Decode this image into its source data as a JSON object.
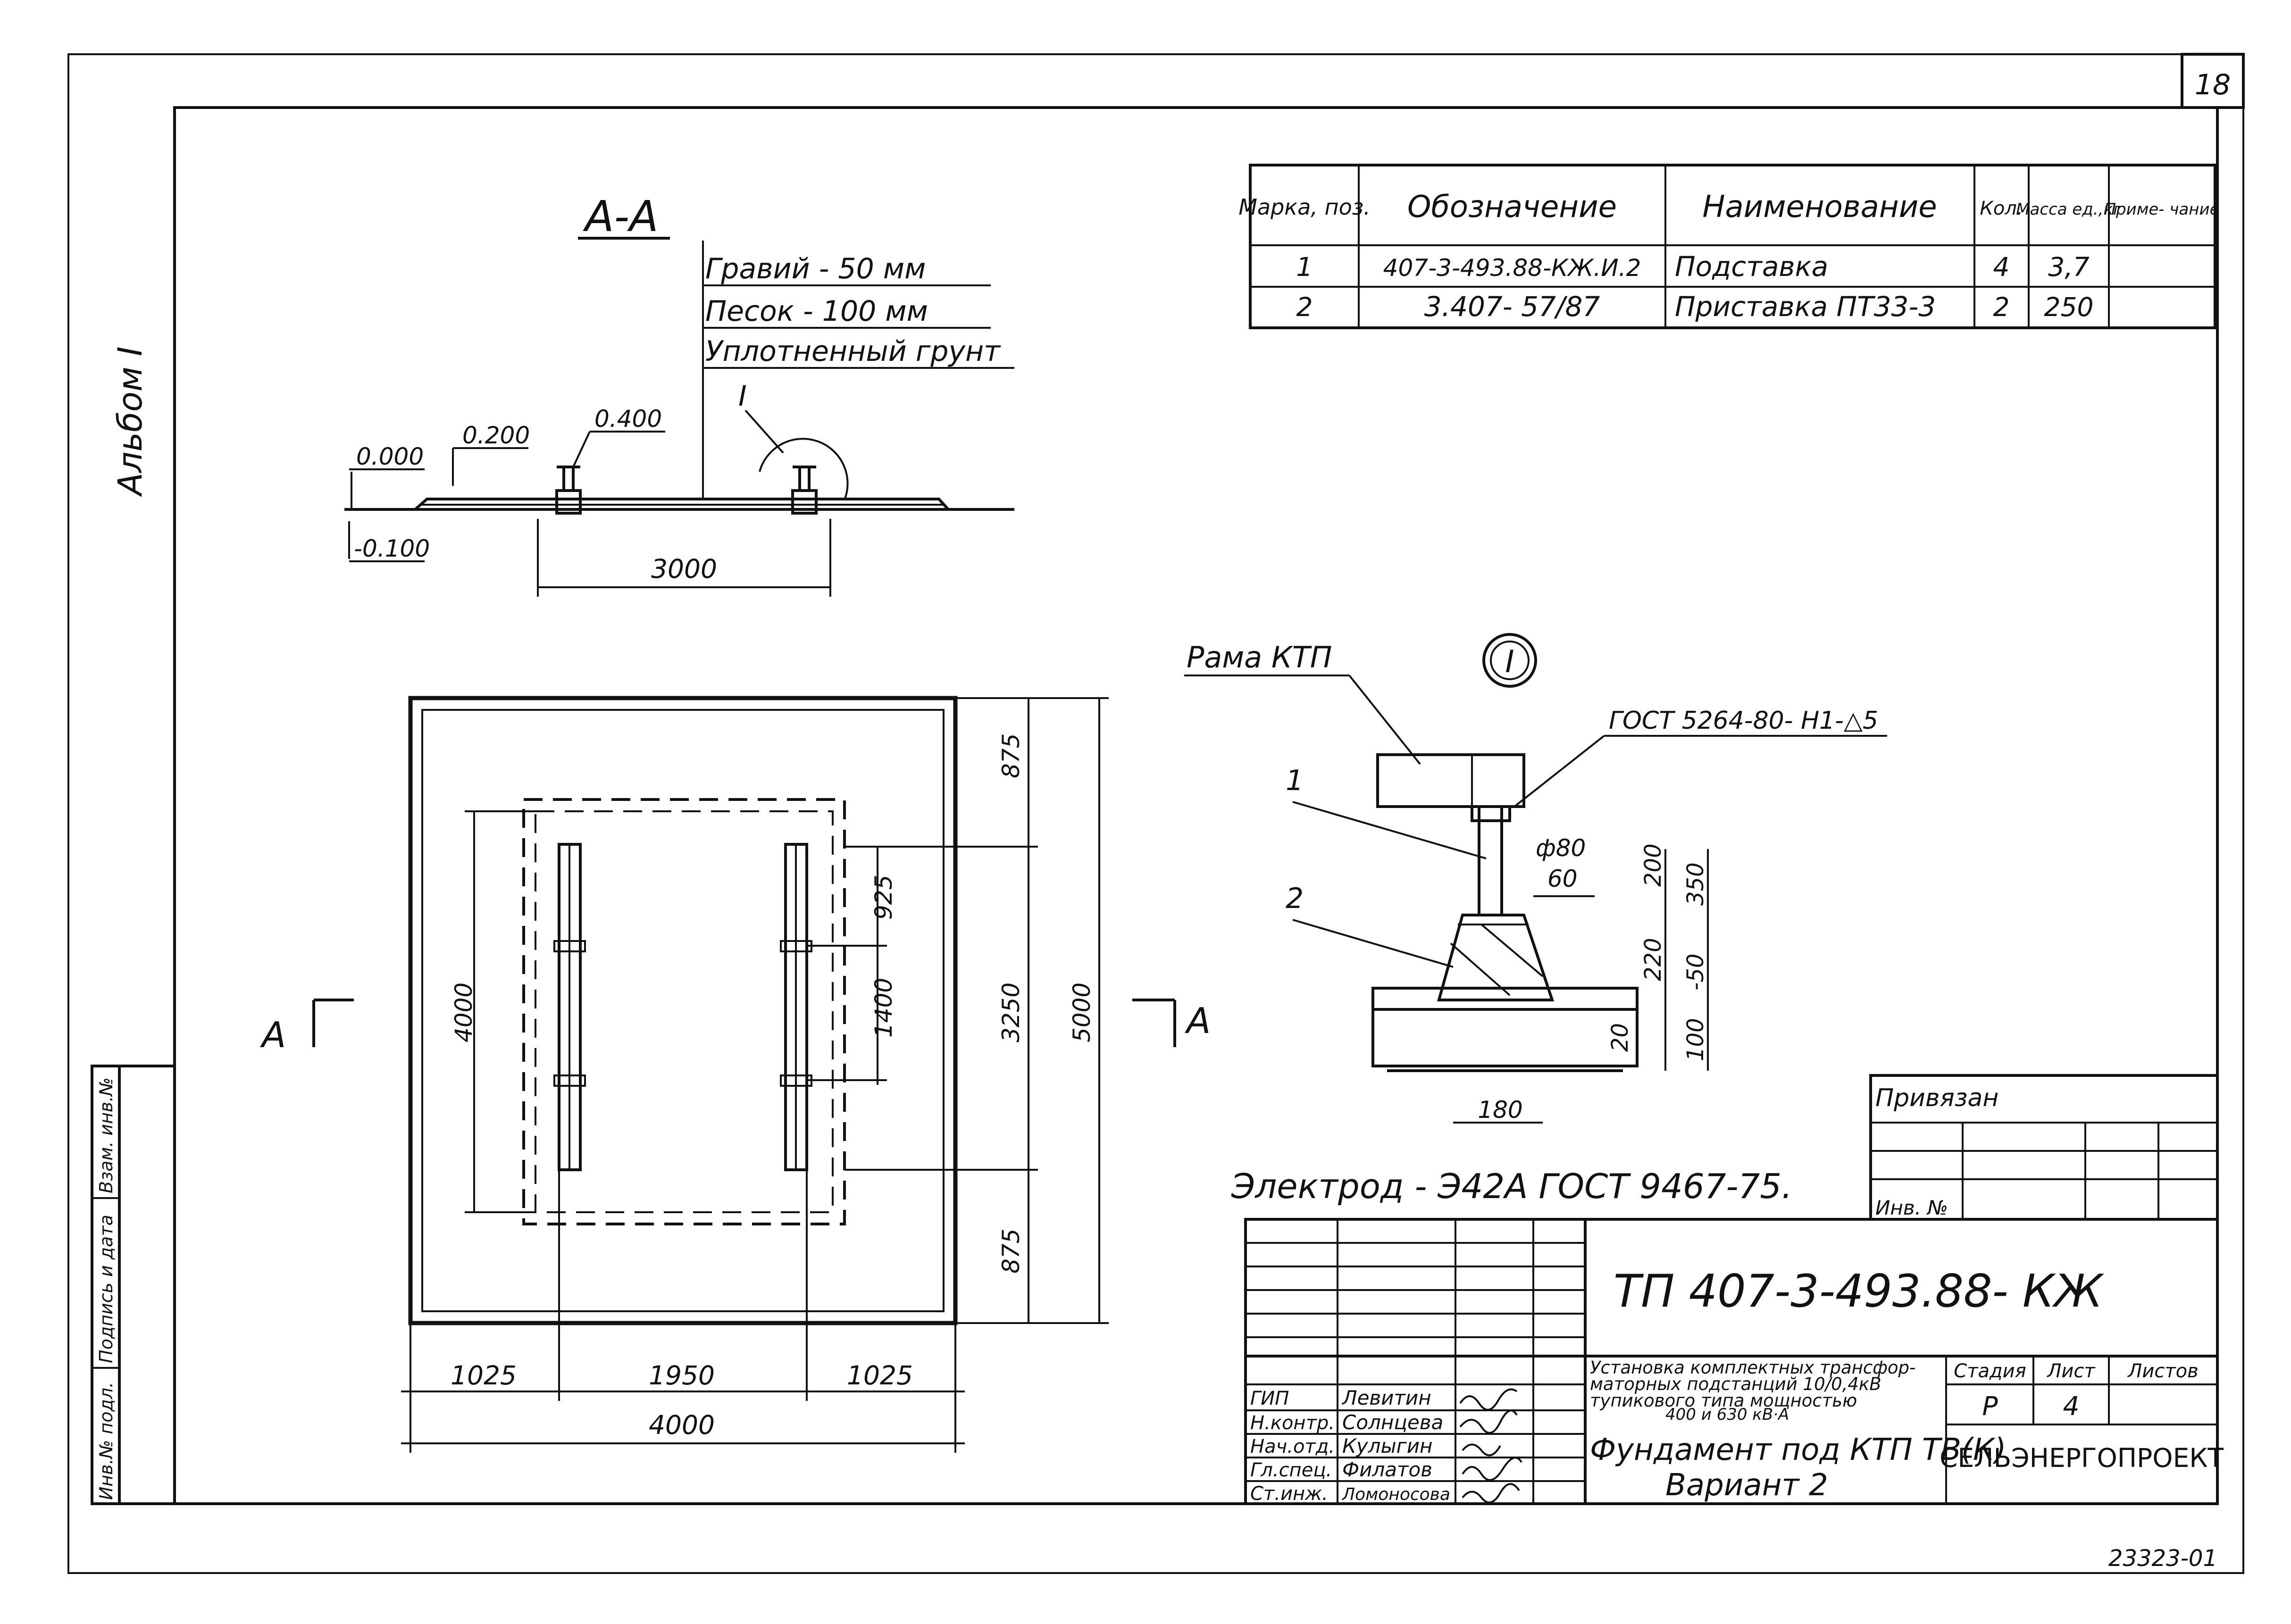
{
  "sheet_number": "18",
  "album": "Альбом I",
  "section_aa": {
    "title": "А-А",
    "layers": [
      "Гравий - 50 мм",
      "Песок - 100 мм",
      "Уплотненный грунт"
    ],
    "callout": "I",
    "levels": [
      "0.000",
      "0.200",
      "0.400",
      "-0.100"
    ],
    "dim_width": "3000"
  },
  "plan": {
    "section_mark_left": "А",
    "section_mark_right": "А",
    "dims_right": [
      "875",
      "3250",
      "875",
      "5000"
    ],
    "dims_inner": [
      "925",
      "1400"
    ],
    "dim_left": "4000",
    "dims_bottom": [
      "1025",
      "1950",
      "1025"
    ],
    "dim_total_bottom": "4000"
  },
  "detail": {
    "callout": "I",
    "frame_label": "Рама КТП",
    "weld_label": "ГОСТ 5264-80- Н1-△5",
    "pos1": "1",
    "pos2": "2",
    "dia": "ф80",
    "d60": "60",
    "d200": "200",
    "d350": "350",
    "d220": "220",
    "d50": "-50",
    "d20": "20",
    "d100": "100",
    "d180": "180"
  },
  "electrode_note": "Электрод - Э42А ГОСТ 9467-75.",
  "spec_table": {
    "headers": [
      "Марка, поз.",
      "Обозначение",
      "Наименование",
      "Кол.",
      "Масса ед.,кг",
      "Приме- чание"
    ],
    "rows": [
      [
        "1",
        "407-3-493.88-КЖ.И.2",
        "Подставка",
        "4",
        "3,7",
        ""
      ],
      [
        "2",
        "3.407- 57/87",
        "Приставка ПТ33-3",
        "2",
        "250",
        ""
      ]
    ]
  },
  "binding": {
    "title": "Привязан",
    "inv": "Инв. №"
  },
  "side_stamp": [
    "Инв.№ подл.",
    "Подпись и дата",
    "Взам. инв.№"
  ],
  "title_block": {
    "code": "ТП 407-3-493.88- КЖ",
    "desc": [
      "Установка комплектных трансфор-",
      "маторных подстанций 10/0,4кВ",
      "тупикового типа мощностью",
      "400 и 630 кВ·А"
    ],
    "title": [
      "Фундамент под КТП ТВ(К)",
      "Вариант 2"
    ],
    "stage_label": "Стадия",
    "sheet_label": "Лист",
    "sheets_label": "Листов",
    "stage": "Р",
    "sheet": "4",
    "sheets": "",
    "org": "СЕЛЬЭНЕРГОПРОЕКТ",
    "roles": [
      "ГИП",
      "Н.контр.",
      "Нач.отд.",
      "Гл.спец.",
      "Ст.инж."
    ],
    "names": [
      "Левитин",
      "Солнцева",
      "Кулыгин",
      "Филатов",
      "Ломоносова"
    ]
  },
  "doc_number": "23323-01"
}
